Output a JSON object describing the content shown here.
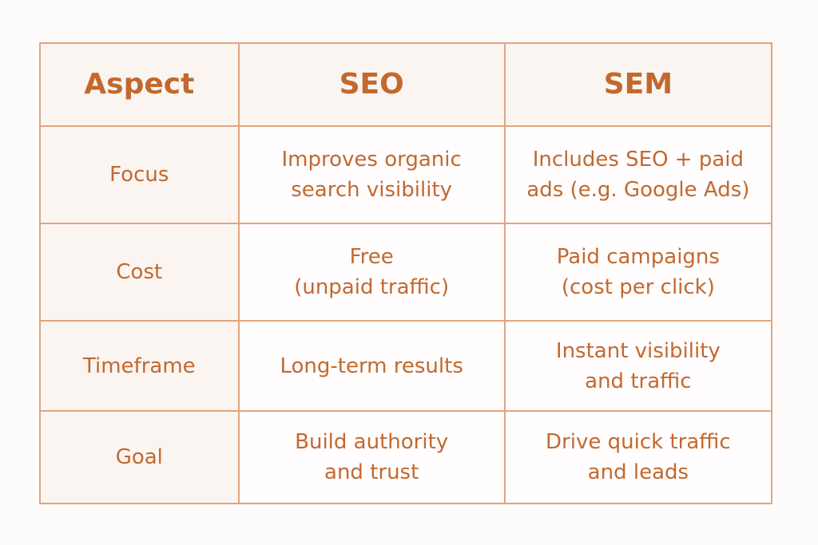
{
  "table": {
    "headers": [
      "Aspect",
      "SEO",
      "SEM"
    ],
    "rows": [
      {
        "aspect": "Focus",
        "seo": [
          "Improves organic",
          "search visibility"
        ],
        "sem": [
          "Includes SEO + paid",
          "ads (e.g. Google Ads)"
        ]
      },
      {
        "aspect": "Cost",
        "seo": [
          "Free",
          "(unpaid traffic)"
        ],
        "sem": [
          "Paid campaigns",
          "(cost per click)"
        ]
      },
      {
        "aspect": "Timeframe",
        "seo": [
          "Long-term results"
        ],
        "sem": [
          "Instant visibility",
          "and traffic"
        ]
      },
      {
        "aspect": "Goal",
        "seo": [
          "Build authority",
          "and trust"
        ],
        "sem": [
          "Drive quick traffic",
          "and leads"
        ]
      }
    ]
  },
  "colors": {
    "text": "#c2692f",
    "border": "#e3a47f",
    "header_bg": "#fbf5f2",
    "cell_bg": "#fffdfd"
  }
}
